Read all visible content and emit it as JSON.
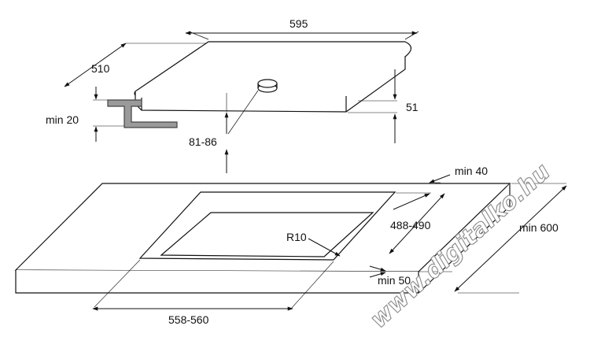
{
  "hob": {
    "width": "595",
    "depth": "510",
    "height": "51",
    "clearance_below": "81-86",
    "worktop_clearance": "min 20"
  },
  "cutout": {
    "width": "558-560",
    "depth": "488-490",
    "corner_radius": "R10",
    "rear_clearance": "min 40",
    "front_clearance": "min 50",
    "worktop_depth": "min 600"
  },
  "watermark": "www.digitalko.hu"
}
